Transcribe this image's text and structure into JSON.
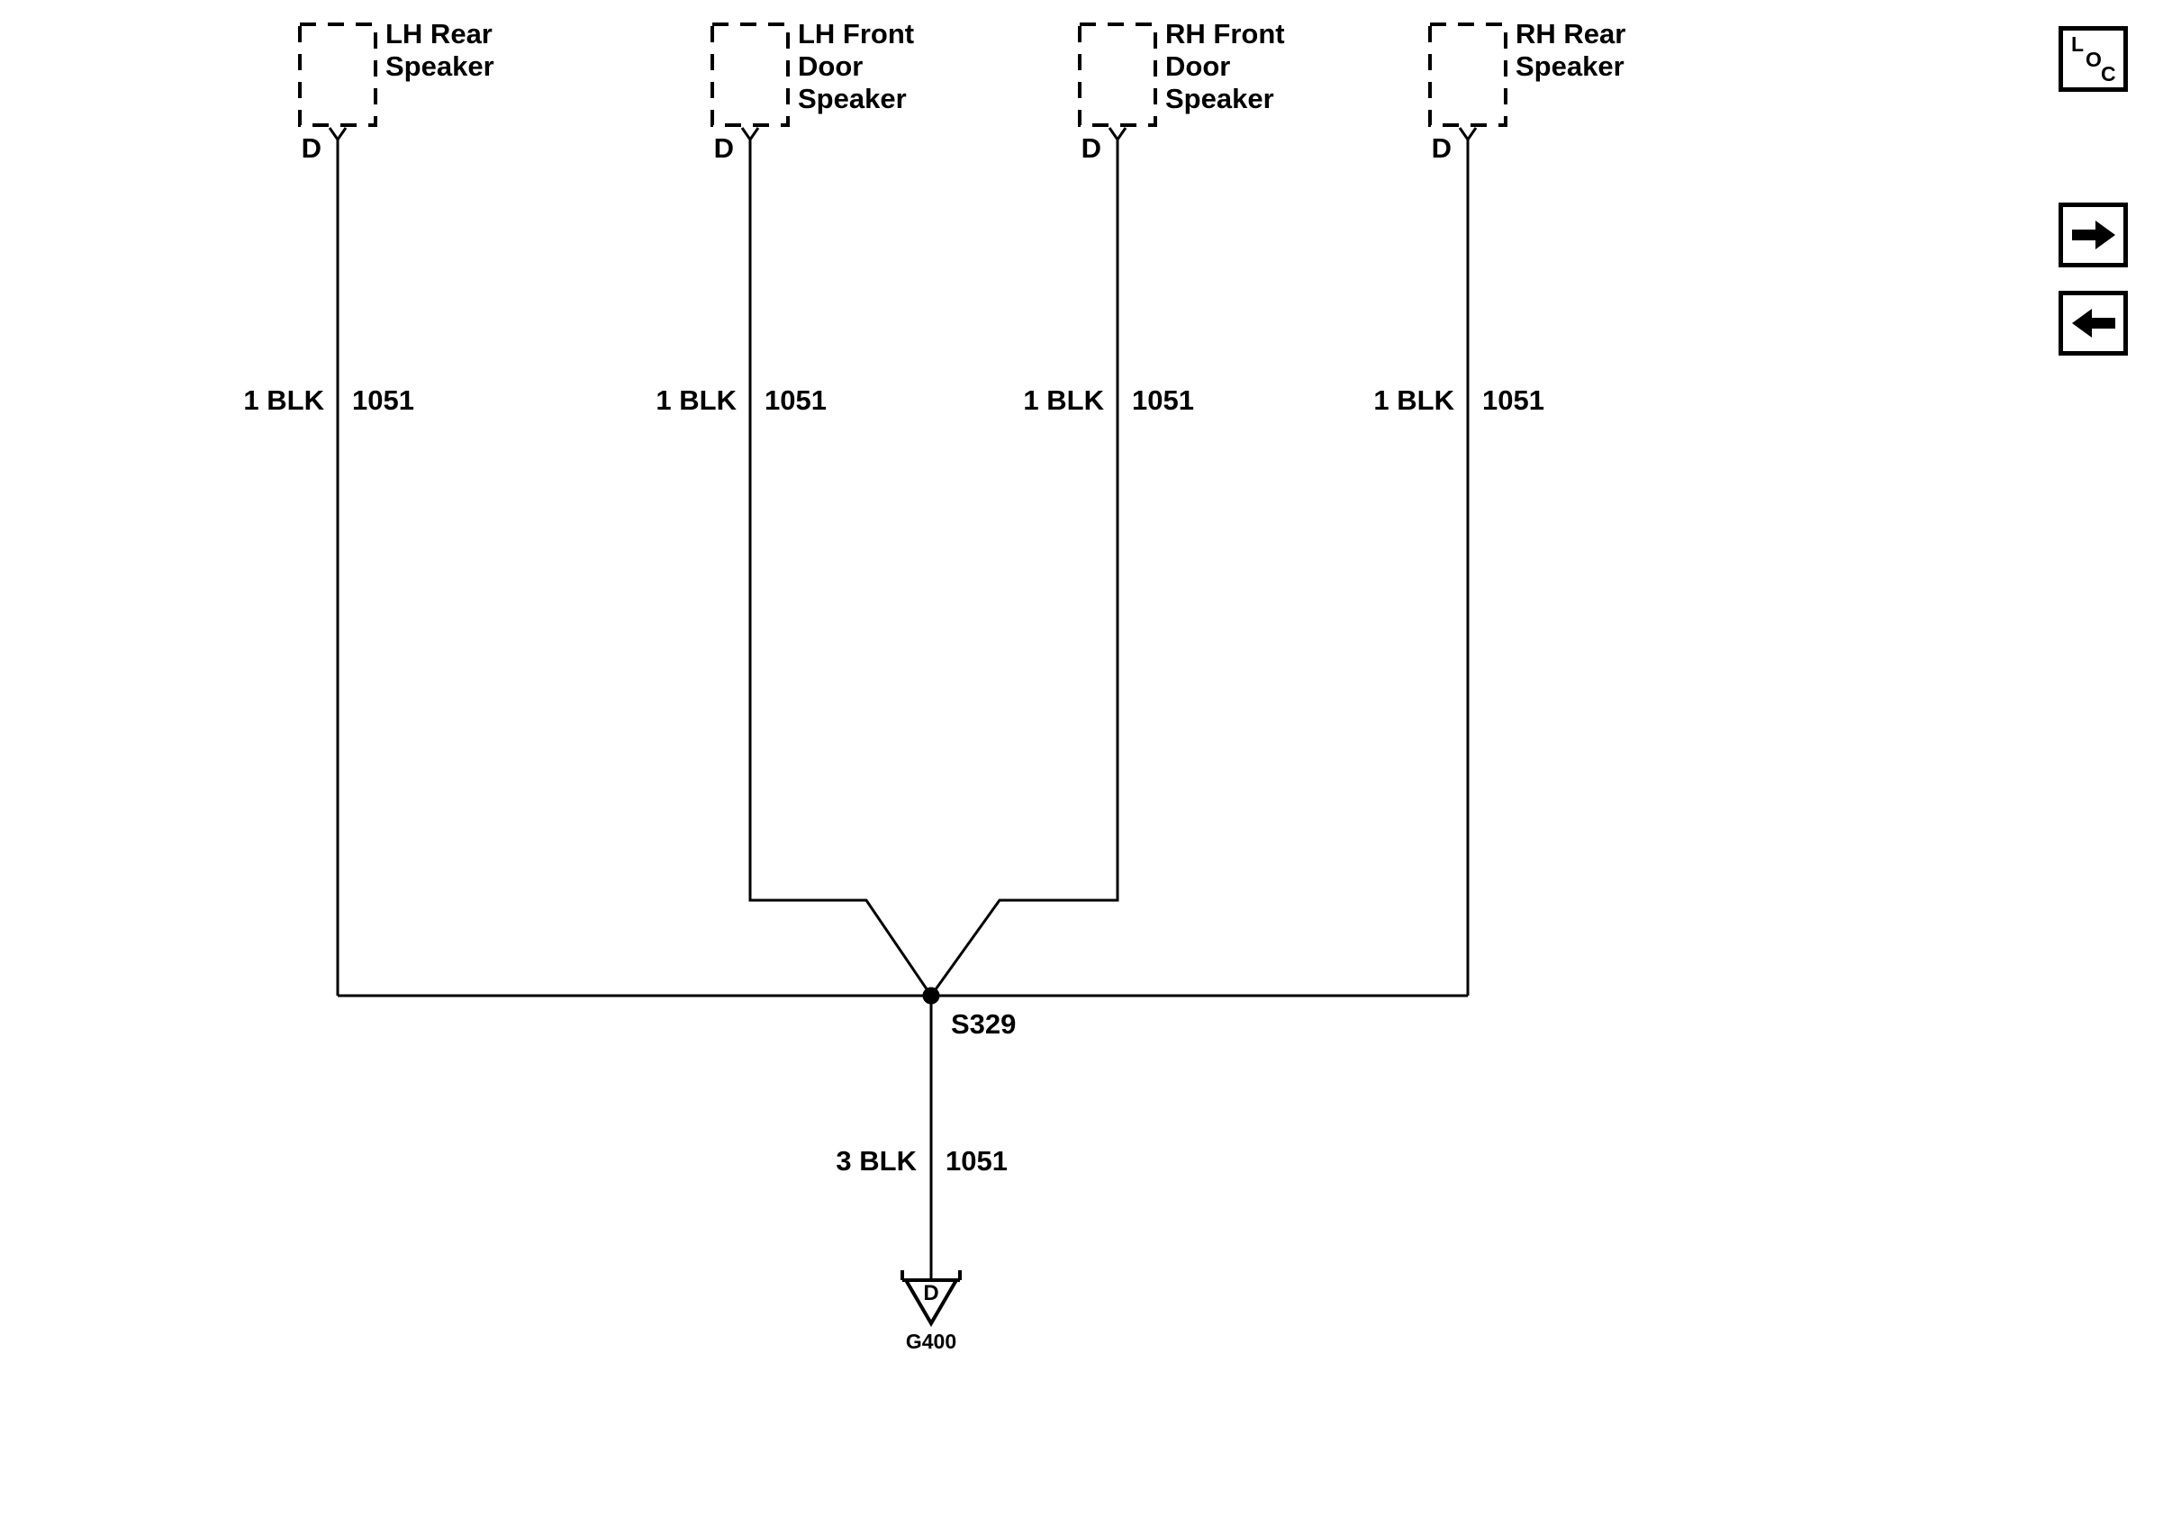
{
  "diagram": {
    "speakers": [
      {
        "label": "LH Rear\nSpeaker",
        "connector": "D",
        "wire_gauge": "1 BLK",
        "circuit": "1051"
      },
      {
        "label": "LH Front\nDoor\nSpeaker",
        "connector": "D",
        "wire_gauge": "1 BLK",
        "circuit": "1051"
      },
      {
        "label": "RH Front\nDoor\nSpeaker",
        "connector": "D",
        "wire_gauge": "1 BLK",
        "circuit": "1051"
      },
      {
        "label": "RH Rear\nSpeaker",
        "connector": "D",
        "wire_gauge": "1 BLK",
        "circuit": "1051"
      }
    ],
    "splice": {
      "label": "S329"
    },
    "ground_wire": {
      "wire_gauge": "3 BLK",
      "circuit": "1051"
    },
    "ground": {
      "connector": "D",
      "label": "G400"
    },
    "colors": {
      "line": "#000000",
      "text": "#000000",
      "background": "#ffffff"
    }
  },
  "toolbar": {
    "loc": {
      "l": "L",
      "o": "O",
      "c": "C"
    },
    "next_icon": "right-arrow",
    "prev_icon": "left-arrow"
  }
}
